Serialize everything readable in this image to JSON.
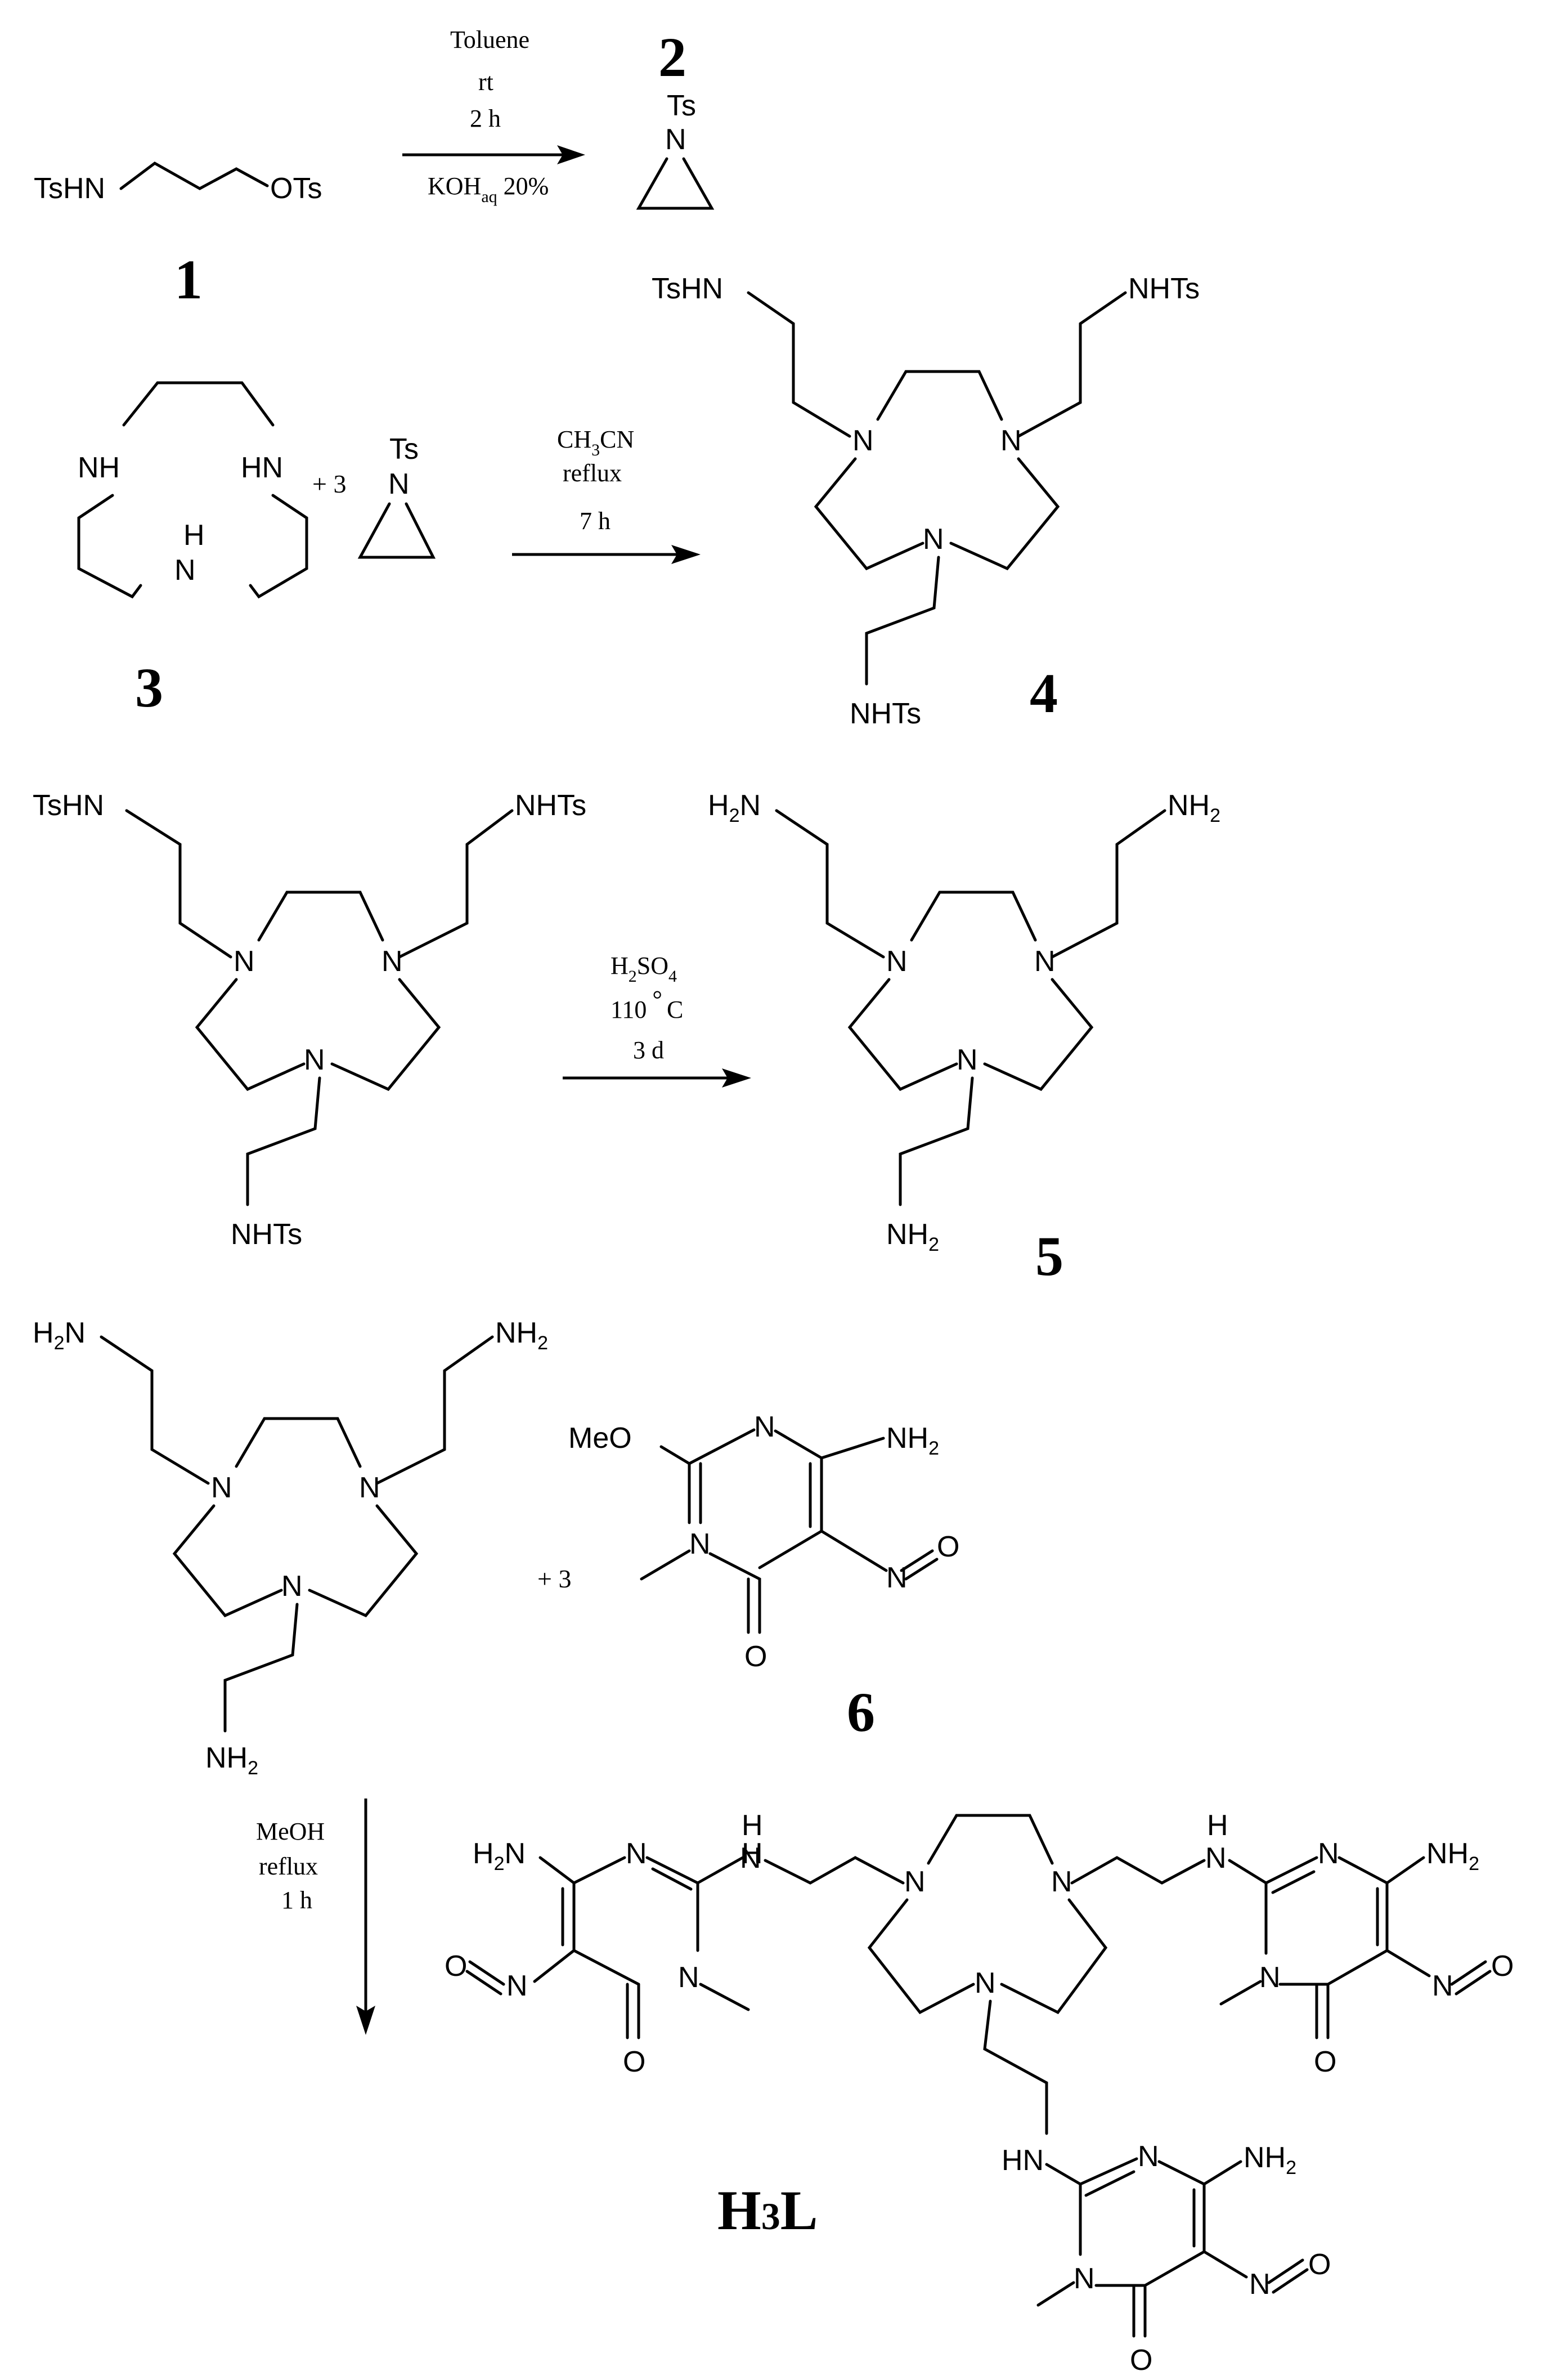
{
  "labels": {
    "ts": "Ts",
    "h": "H",
    "n": "N",
    "nh": "NH",
    "hn": "HN",
    "o": "O",
    "meo": "MeO",
    "tshn": "TsHN",
    "nhts": "NHTs",
    "ots": "OTs",
    "h2n": "H2N",
    "nh2": "NH2",
    "sub2": "2"
  },
  "compounds": {
    "c1": "1",
    "c2": "2",
    "c3": "3",
    "c4": "4",
    "c5": "5",
    "c6": "6",
    "h3l_main": "H",
    "h3l_sub": "3",
    "h3l_end": "L"
  },
  "steps": {
    "s1": {
      "solvent": "Toluene",
      "temp": "rt",
      "time": "2 h",
      "reagent": "KOH",
      "reagent_sub": "aq",
      "reagent_tail": " 20%"
    },
    "s2": {
      "plus": "+ 3",
      "solvent_a": "CH",
      "solvent_sub": "3",
      "solvent_b": "CN",
      "temp": "reflux",
      "time": "7 h"
    },
    "s3": {
      "reagent_a": "H",
      "reagent_sub1": "2",
      "reagent_b": "SO",
      "reagent_sub2": "4",
      "temp": "110",
      "degree": "°",
      "unit": "C",
      "time": "3 d"
    },
    "s4": {
      "plus": "+ 3",
      "solvent": "MeOH",
      "temp": "reflux",
      "time": "1 h"
    }
  }
}
